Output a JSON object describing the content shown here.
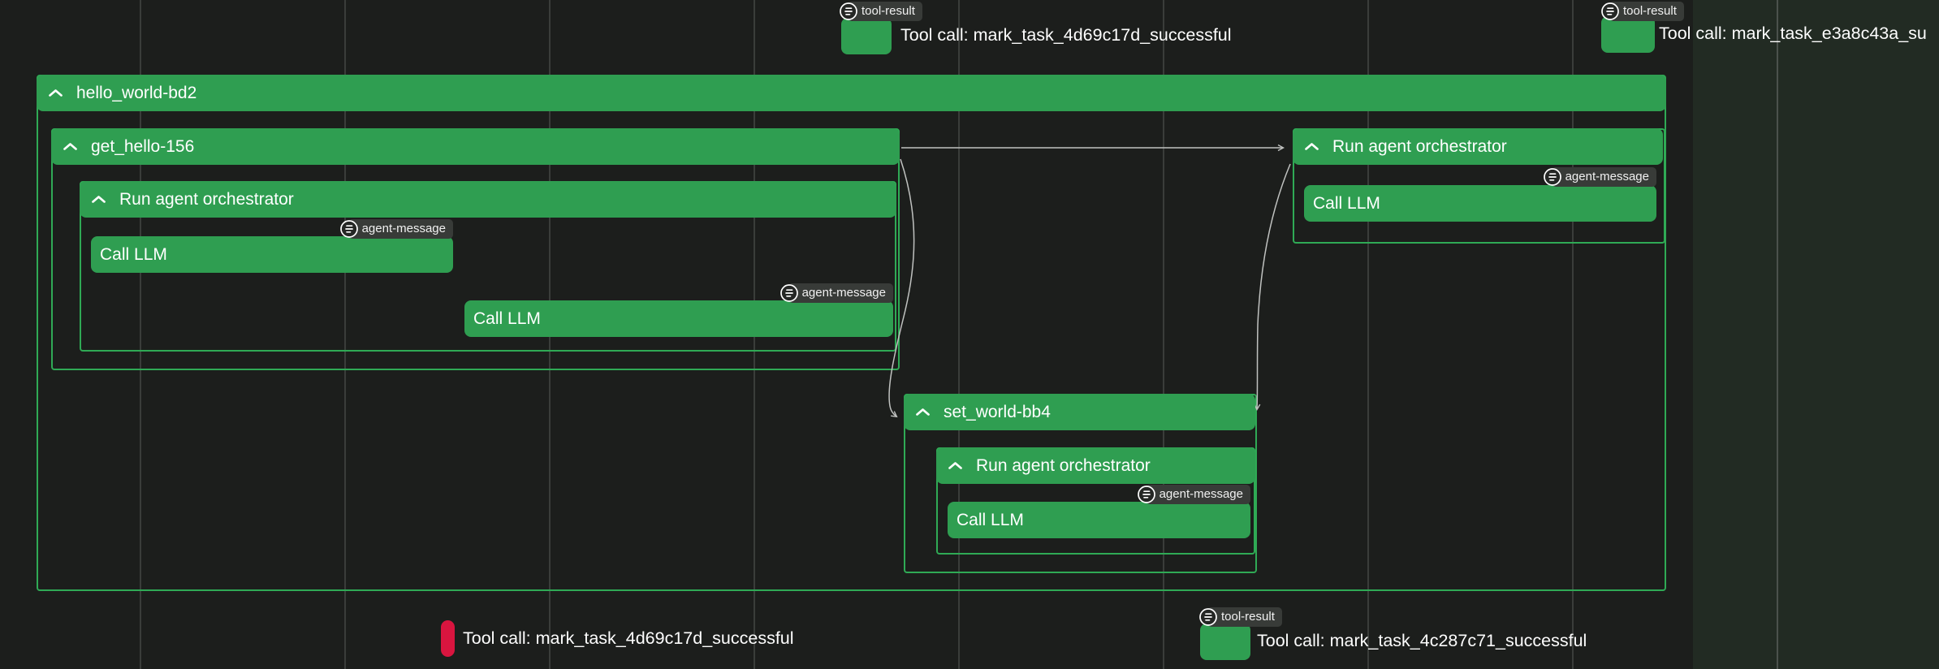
{
  "colors": {
    "background": "#1c1e1c",
    "right_band": "#222b23",
    "gridline": "#3a3d3a",
    "band_gridline": "#4b514c",
    "span_green": "#2f9e51",
    "outline_green": "#2faa55",
    "badge_background": "#383b38",
    "edge_gray": "#c0c2c0",
    "error_red": "#d9153f",
    "text": "#ffffff"
  },
  "icons": {
    "collapse": "chevron-up-icon",
    "event": "message-lines-icon"
  },
  "spans": {
    "hello_world": {
      "label": "hello_world-bd2"
    },
    "get_hello": {
      "label": "get_hello-156"
    },
    "get_hello_orchestrator": {
      "label": "Run agent orchestrator"
    },
    "get_hello_llm_1": {
      "label": "Call LLM",
      "badge": "agent-message"
    },
    "get_hello_llm_2": {
      "label": "Call LLM",
      "badge": "agent-message"
    },
    "run_agent_right": {
      "label": "Run agent orchestrator"
    },
    "run_agent_right_llm": {
      "label": "Call LLM",
      "badge": "agent-message"
    },
    "set_world": {
      "label": "set_world-bb4"
    },
    "set_world_orchestrator": {
      "label": "Run agent orchestrator"
    },
    "set_world_llm": {
      "label": "Call LLM",
      "badge": "agent-message"
    }
  },
  "annotations": {
    "top": {
      "badge": "tool-result",
      "label": "Tool call: mark_task_4d69c17d_successful"
    },
    "top_right": {
      "badge": "tool-result",
      "label": "Tool call: mark_task_e3a8c43a_su"
    },
    "bottom_left": {
      "label": "Tool call: mark_task_4d69c17d_successful"
    },
    "bottom_right": {
      "badge": "tool-result",
      "label": "Tool call: mark_task_4c287c71_successful"
    }
  }
}
